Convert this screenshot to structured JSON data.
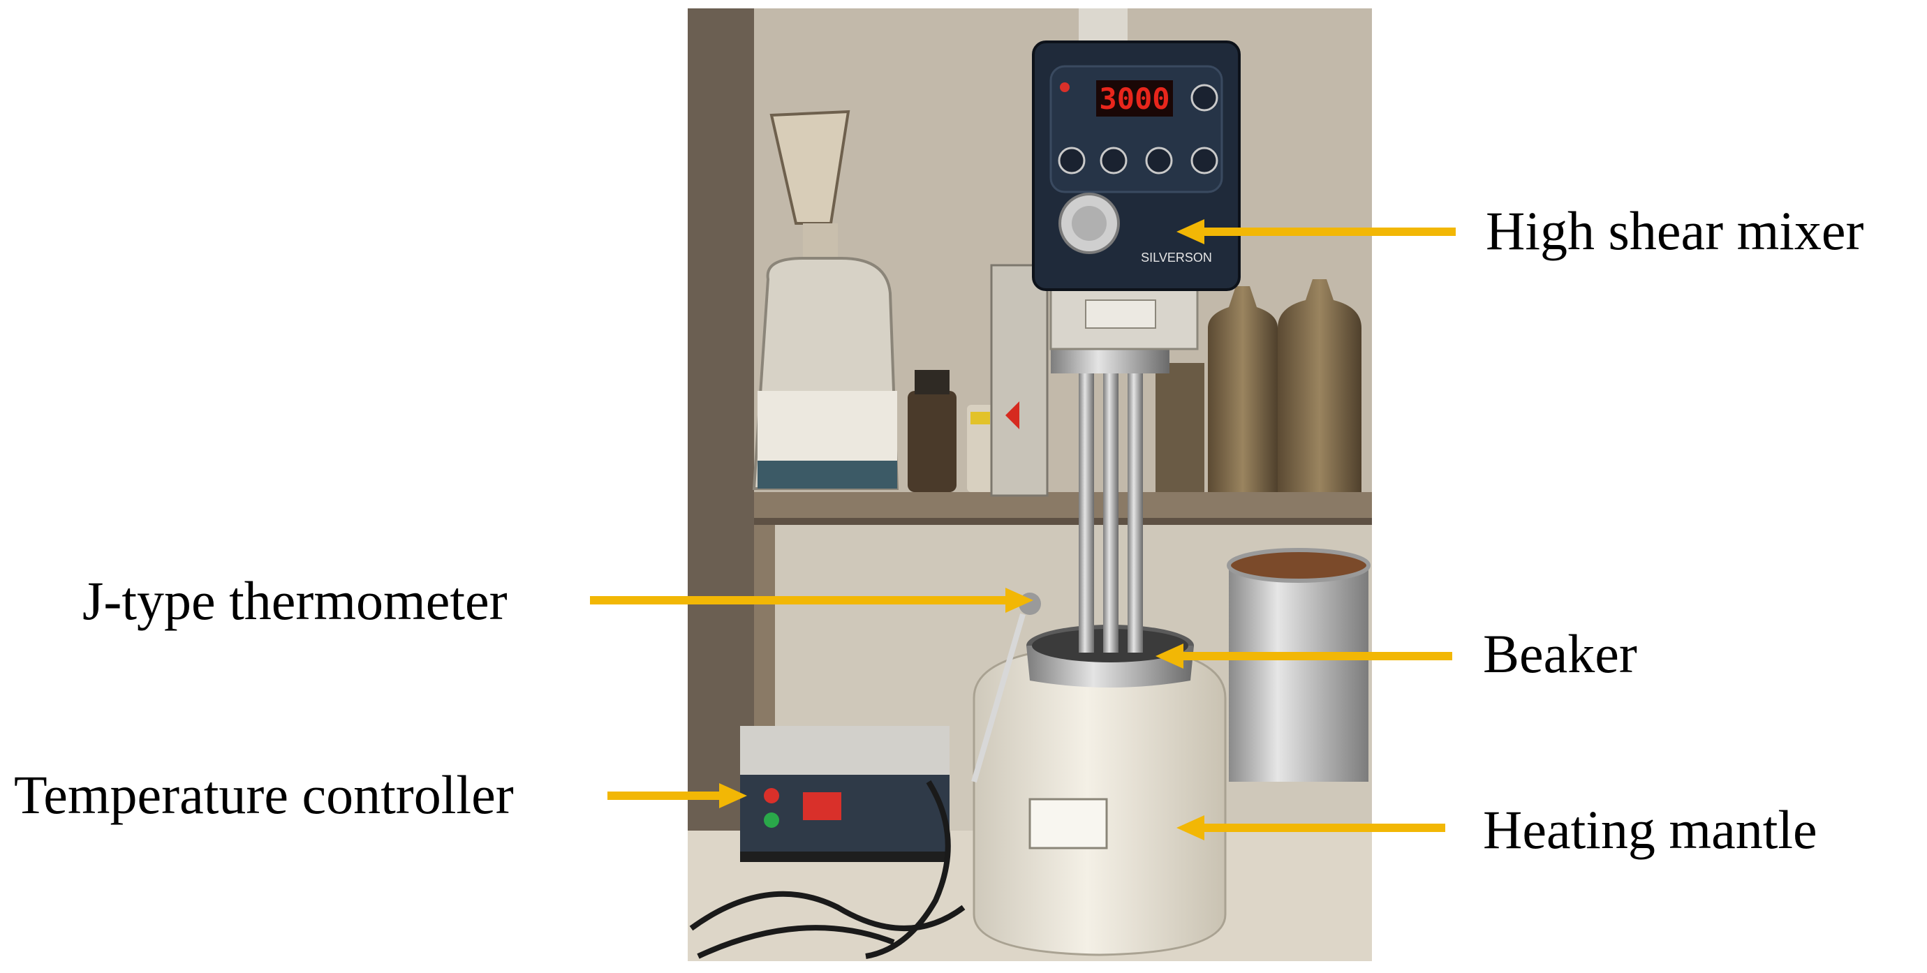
{
  "figure": {
    "labels": {
      "high_shear_mixer": "High shear mixer",
      "j_type_thermometer": "J-type thermometer",
      "beaker": "Beaker",
      "temperature_controller": "Temperature controller",
      "heating_mantle": "Heating mantle"
    },
    "mixer_display_value": "3000",
    "mixer_brand": "SILVERSON",
    "colors": {
      "arrow": "#f2b705",
      "cabinet_wall": "#b8ae9f",
      "shelf": "#8a7a66",
      "mixer_head": "#1f2a3a",
      "display_digits": "#e8261c",
      "mantle": "#ebe6da",
      "steel": "#b9b9b9"
    }
  }
}
